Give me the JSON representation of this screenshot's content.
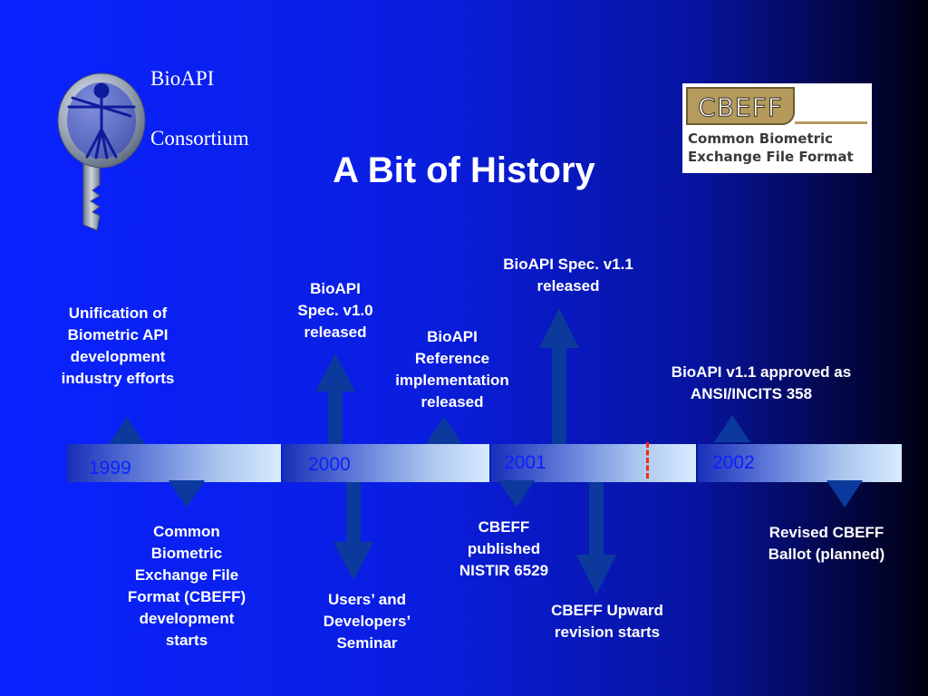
{
  "slide": {
    "title": "A Bit of History"
  },
  "logo": {
    "line1": "BioAPI",
    "line2": "Consortium",
    "icon": "key-with-vitruvian-man-icon"
  },
  "cbeff_logo": {
    "badge": "CBEFF",
    "line1": "Common Biometric",
    "line2": "Exchange File Format"
  },
  "timeline": {
    "years": [
      "1999",
      "2000",
      "2001",
      "2002"
    ],
    "colors": {
      "arrow": "#0b3a9c",
      "bar_light": "#d8ecff",
      "marker": "#ff2a00"
    }
  },
  "events": {
    "unification": [
      "Unification of",
      "Biometric API",
      "development",
      "industry efforts"
    ],
    "cbeff_dev": [
      "Common",
      "Biometric",
      "Exchange File",
      "Format (CBEFF)",
      "development",
      "starts"
    ],
    "spec10": [
      "BioAPI",
      "Spec. v1.0",
      "released"
    ],
    "seminar": [
      "Users’ and",
      "Developers’",
      "Seminar"
    ],
    "refimpl": [
      "BioAPI",
      "Reference",
      "implementation",
      "released"
    ],
    "spec11": [
      "BioAPI Spec. v1.1",
      "released"
    ],
    "nistir": [
      "CBEFF",
      "published",
      "NISTIR 6529"
    ],
    "upward": [
      "CBEFF Upward",
      "revision starts"
    ],
    "ansi": [
      "BioAPI v1.1 approved as",
      "ANSI/INCITS 358"
    ],
    "ballot": [
      "Revised CBEFF",
      "Ballot (planned)"
    ]
  }
}
